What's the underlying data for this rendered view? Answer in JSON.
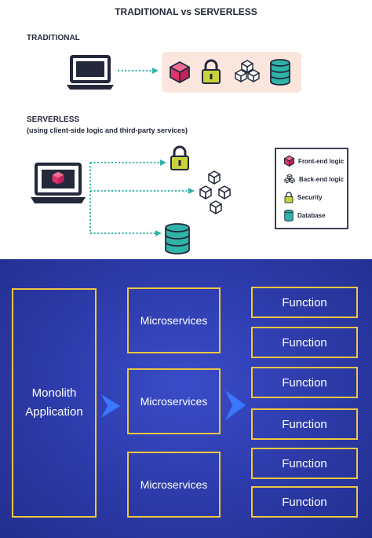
{
  "title": "TRADITIONAL vs SERVERLESS",
  "traditional": {
    "label": "TRADITIONAL"
  },
  "serverless": {
    "label": "SERVERLESS",
    "sublabel": "(using client-side logic and third-party services)"
  },
  "legend": {
    "items": [
      {
        "label": "Front-end logic",
        "icon": "cube-icon"
      },
      {
        "label": "Back-end logic",
        "icon": "cube-cluster-icon"
      },
      {
        "label": "Security",
        "icon": "lock-icon"
      },
      {
        "label": "Database",
        "icon": "database-icon"
      }
    ]
  },
  "colors": {
    "frontend": "#e0336d",
    "security": "#c8d23c",
    "database": "#2fb3a7",
    "traditional_bg": "#fbe6dd",
    "connector": "#2fb3a7",
    "panel_bg": "#2c3aa8",
    "box_border": "#f0c640",
    "chevron": "#3a78ff"
  },
  "architecture": {
    "monolith": "Monolith Application",
    "microservices": [
      "Microservices",
      "Microservices",
      "Microservices"
    ],
    "functions": [
      "Function",
      "Function",
      "Function",
      "Function",
      "Function",
      "Function"
    ]
  }
}
